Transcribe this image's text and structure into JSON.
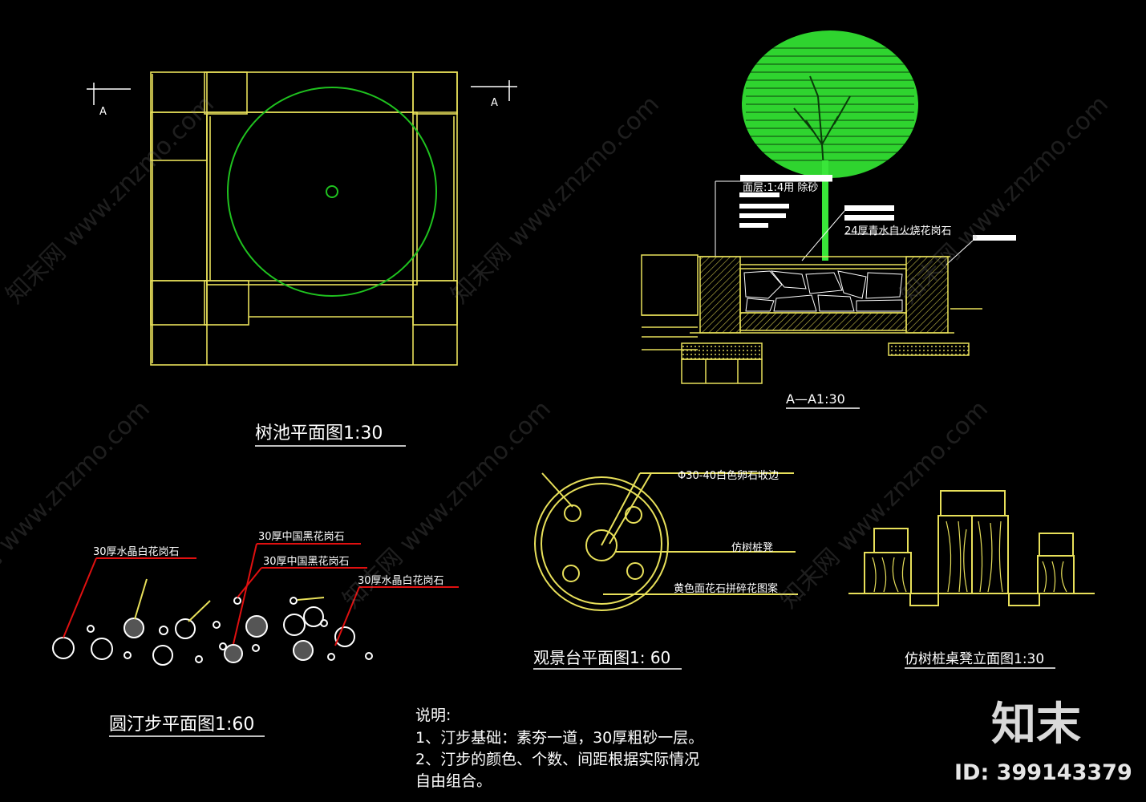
{
  "colors": {
    "background": "#000000",
    "yellow": "#e8e05a",
    "green": "#1fc21f",
    "tree": "#39e639",
    "red": "#e01010",
    "white": "#ffffff"
  },
  "tree_pit_plan": {
    "title": "树池平面图1:30",
    "section_mark_left": "A",
    "section_mark_right": "A"
  },
  "section": {
    "title": "A—A1:30",
    "small_label_1": "面层:1:4用 除砂",
    "small_label_2": "24厚青水自火烧花岗石"
  },
  "stepping_stones": {
    "title": "圆汀步平面图1:60",
    "labels": [
      "30厚水晶白花岗石",
      "30厚中国黑花岗石",
      "30厚中国黑花岗石",
      "30厚水晶白花岗石"
    ]
  },
  "viewing_platform": {
    "title": "观景台平面图1: 60",
    "labels": [
      "Φ30-40白色卵石收边",
      "仿树桩凳",
      "黄色面花石拼碎花图案"
    ]
  },
  "stump_elevation": {
    "title": "仿树桩桌凳立面图1:30"
  },
  "notes": {
    "heading": "说明:",
    "lines": [
      "1、汀步基础：素夯一道，30厚粗砂一层。",
      "2、汀步的颜色、个数、间距根据实际情况",
      "自由组合。"
    ]
  },
  "watermark": {
    "text": "知末网 www.znzmo.com",
    "logo": "知末",
    "id": "ID: 399143379"
  }
}
